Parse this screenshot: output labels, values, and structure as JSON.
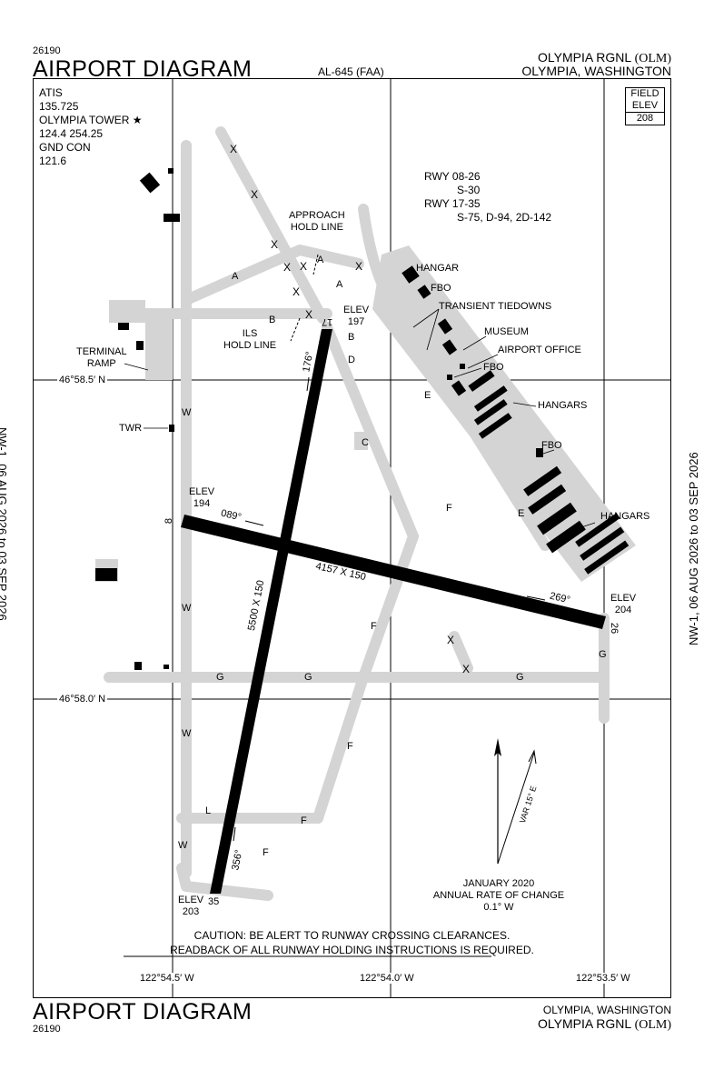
{
  "header": {
    "chart_id": "26190",
    "title": "AIRPORT DIAGRAM",
    "procedure_id": "AL-645 (FAA)",
    "airport_name": "OLYMPIA RGNL",
    "airport_code": "(OLM)",
    "city_state": "OLYMPIA, WASHINGTON"
  },
  "footer": {
    "title": "AIRPORT DIAGRAM",
    "chart_id": "26190",
    "city_state": "OLYMPIA, WASHINGTON",
    "airport_name": "OLYMPIA RGNL",
    "airport_code": "(OLM)"
  },
  "side_notes": {
    "left": "NW-1, 06 AUG 2026  to  03 SEP 2026",
    "right": "NW-1, 06 AUG 2026  to  03 SEP 2026"
  },
  "comms": {
    "atis_label": "ATIS",
    "atis_freq": "135.725",
    "tower_label": "OLYMPIA TOWER ★",
    "tower_freq": "124.4  254.25",
    "gnd_label": "GND CON",
    "gnd_freq": "121.6"
  },
  "field_elev": {
    "line1": "FIELD",
    "line2": "ELEV",
    "value": "208"
  },
  "runway_info": {
    "rwy1": "RWY 08-26",
    "rwy1_strength": "S-30",
    "rwy2": "RWY 17-35",
    "rwy2_strength": "S-75, D-94, 2D-142"
  },
  "runways": {
    "r17_label": "17",
    "r35_label": "35",
    "r8_label": "8",
    "r26_label": "26",
    "r17_35_dims": "5500 X 150",
    "r8_26_dims": "4157 X 150",
    "hdg_176": "176°",
    "hdg_356": "356°",
    "hdg_089": "089°",
    "hdg_269": "269°"
  },
  "elevations": {
    "elev_label": "ELEV",
    "r17": "197",
    "r35": "203",
    "r8": "194",
    "r26": "204"
  },
  "labels": {
    "approach_hold_1": "APPROACH",
    "approach_hold_2": "HOLD LINE",
    "ils_hold_1": "ILS",
    "ils_hold_2": "HOLD LINE",
    "terminal_1": "TERMINAL",
    "terminal_2": "RAMP",
    "twr": "TWR",
    "hangar": "HANGAR",
    "fbo": "FBO",
    "transient": "TRANSIENT TIEDOWNS",
    "museum": "MUSEUM",
    "airport_office": "AIRPORT OFFICE",
    "hangars": "HANGARS"
  },
  "taxiways": {
    "A": "A",
    "B": "B",
    "C": "C",
    "D": "D",
    "E": "E",
    "F": "F",
    "G": "G",
    "L": "L",
    "W": "W"
  },
  "coords": {
    "lat1": "46°58.5′ N",
    "lat2": "46°58.0′ N",
    "lon1": "122°54.5′ W",
    "lon2": "122°54.0′ W",
    "lon3": "122°53.5′ W"
  },
  "magnetic": {
    "var": "VAR 15° E",
    "date": "JANUARY 2020",
    "rate_label": "ANNUAL RATE OF CHANGE",
    "rate": "0.1° W"
  },
  "caution": {
    "line1": "CAUTION: BE ALERT TO RUNWAY CROSSING CLEARANCES.",
    "line2": "READBACK OF ALL RUNWAY HOLDING INSTRUCTIONS IS REQUIRED."
  }
}
